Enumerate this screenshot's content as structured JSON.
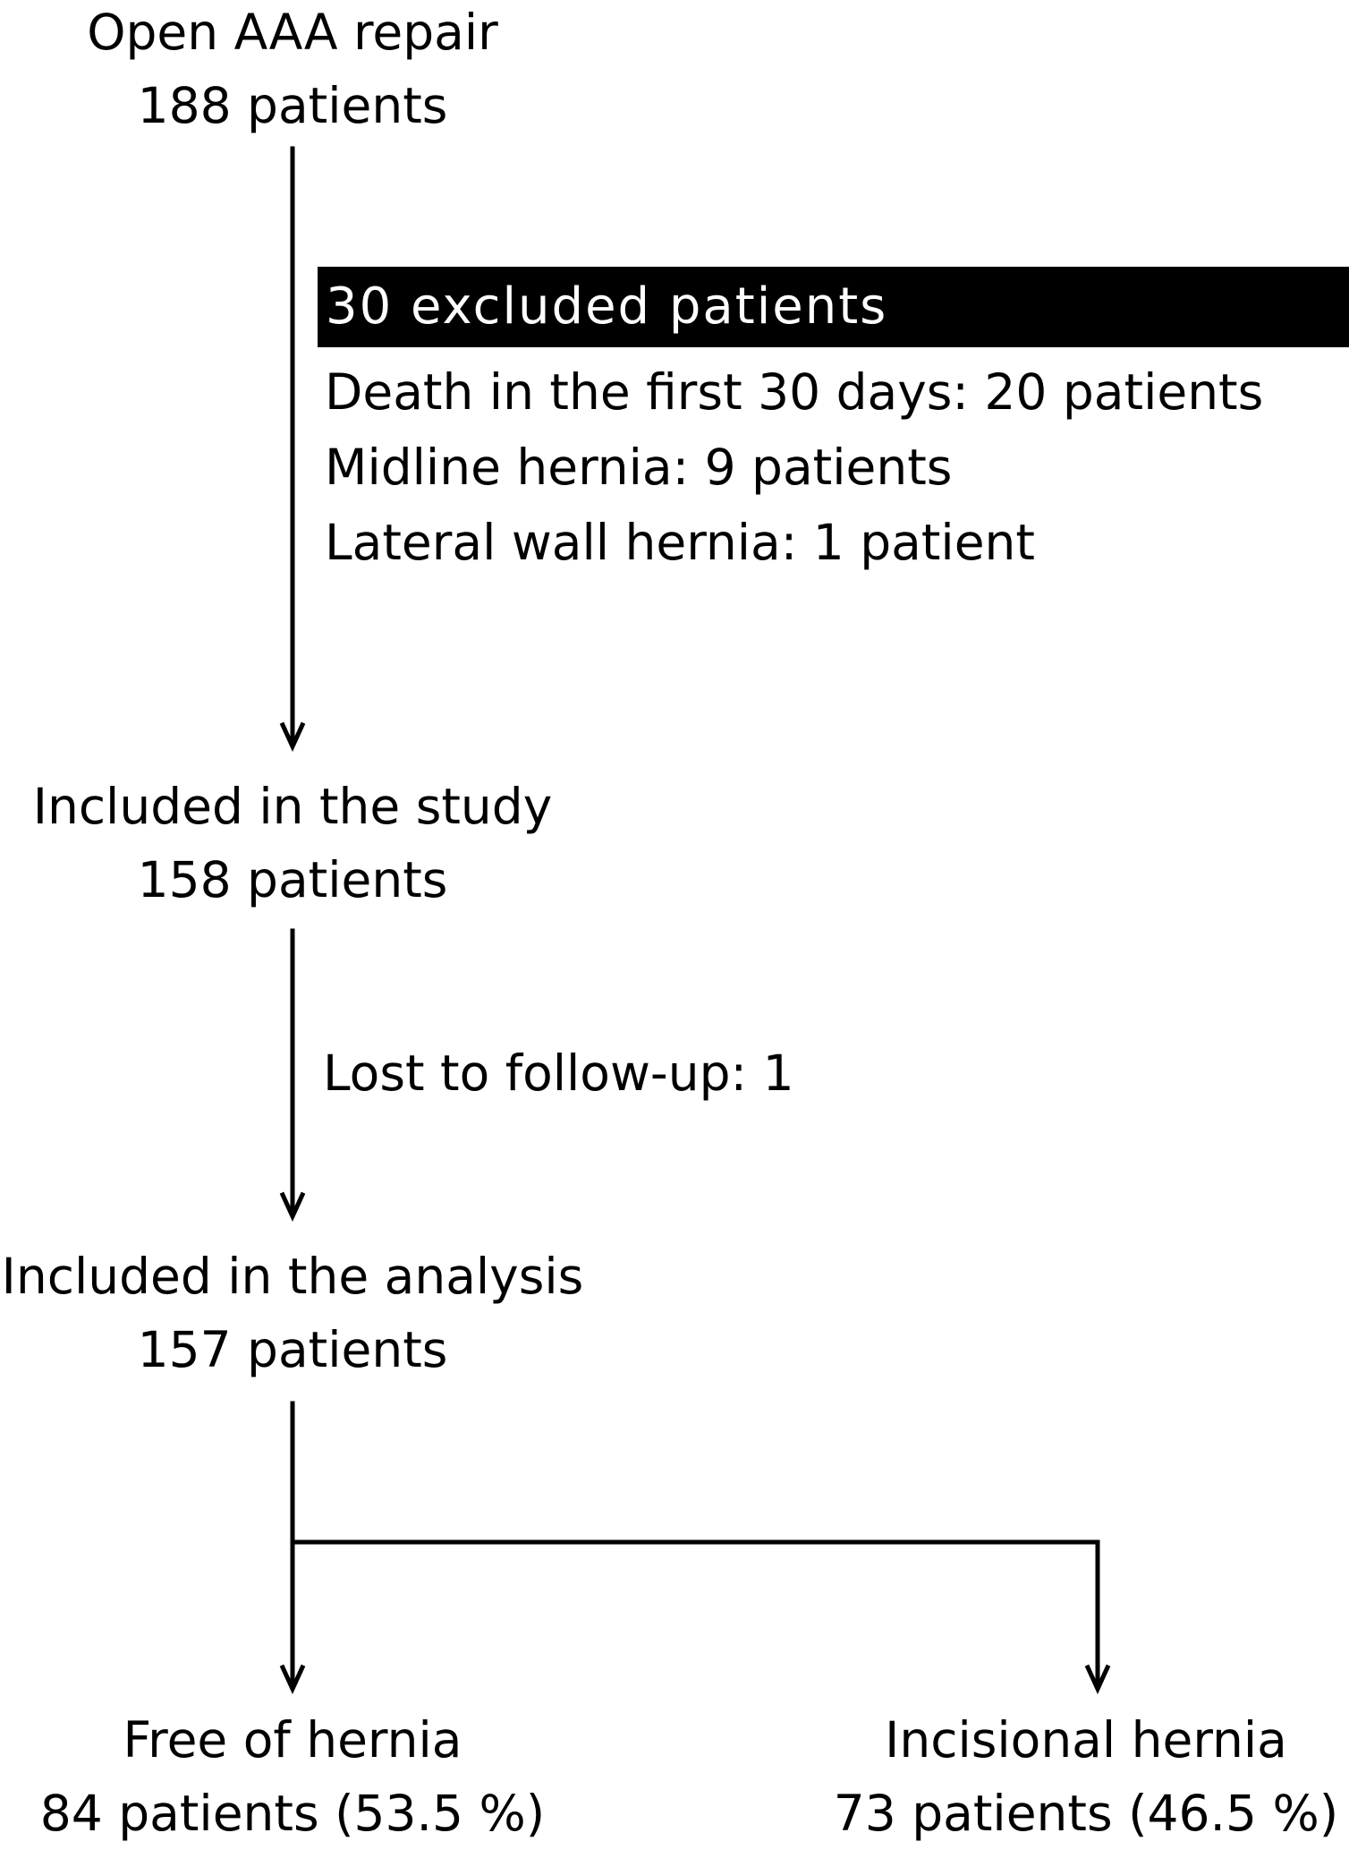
{
  "nodes": {
    "start": {
      "title": "Open AAA repair",
      "count": "188 patients"
    },
    "included_study": {
      "title": "Included in the study",
      "count": "158 patients"
    },
    "included_analysis": {
      "title": "Included in the analysis",
      "count": "157 patients"
    },
    "free_of_hernia": {
      "title": "Free of hernia",
      "count": "84 patients (53.5 %)"
    },
    "incisional_hernia": {
      "title": "Incisional hernia",
      "count": "73 patients (46.5 %)"
    }
  },
  "excluded": {
    "header": "30 excluded patients",
    "reasons": [
      "Death in the first 30 days: 20 patients",
      "Midline hernia: 9 patients",
      "Lateral wall hernia: 1 patient"
    ]
  },
  "lost_to_follow_up": "Lost to follow-up: 1"
}
